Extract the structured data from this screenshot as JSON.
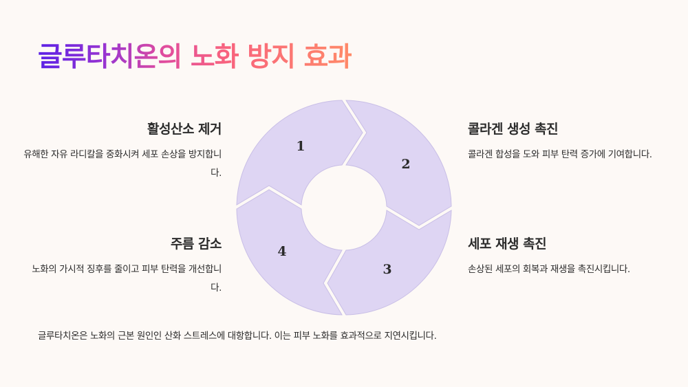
{
  "title": "글루타치온의 노화 방지 효과",
  "colors": {
    "background": "#FDF9F6",
    "segment_fill": "#DED5F3",
    "segment_stroke": "#C8BEE6",
    "title_gradient": [
      "#5B21E6",
      "#E04C9E",
      "#FF8A68"
    ],
    "text": "#2B2B2B"
  },
  "cycle": {
    "segments": [
      {
        "number": "1"
      },
      {
        "number": "2"
      },
      {
        "number": "3"
      },
      {
        "number": "4"
      }
    ]
  },
  "items": [
    {
      "heading": "활성산소 제거",
      "description": "유해한 자유 라디칼을 중화시켜 세포 손상을 방지합니다."
    },
    {
      "heading": "콜라겐 생성 촉진",
      "description": "콜라겐 합성을 도와 피부 탄력 증가에 기여합니다."
    },
    {
      "heading": "세포 재생 촉진",
      "description": "손상된 세포의 회복과 재생을 촉진시킵니다."
    },
    {
      "heading": "주름 감소",
      "description": "노화의 가시적 징후를 줄이고 피부 탄력을 개선합니다."
    }
  ],
  "footer": "글루타치온은 노화의 근본 원인인 산화 스트레스에 대항합니다. 이는 피부 노화를 효과적으로 지연시킵니다."
}
